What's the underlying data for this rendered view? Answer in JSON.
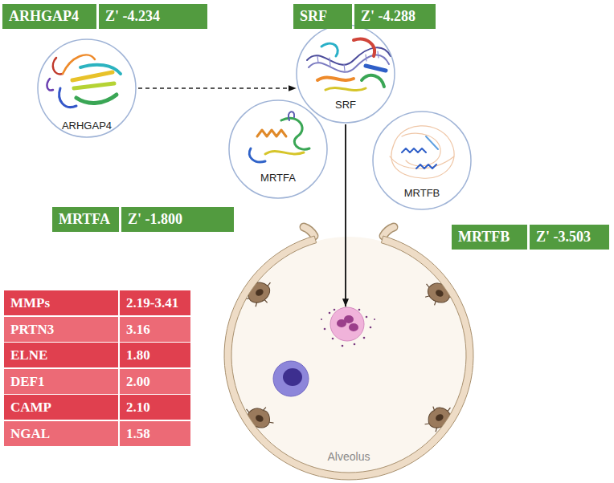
{
  "diagram": {
    "nodes": [
      {
        "text": [
          "ARHGAP4",
          "Z' -4.234"
        ]
      },
      {
        "text": [
          "SRF",
          "Z' -4.288"
        ]
      },
      {
        "text": [
          "ARHGAP4"
        ]
      },
      {
        "text": [
          "SRF"
        ]
      },
      {
        "text": [
          "MRTFA",
          "Z' -1.800"
        ]
      },
      {
        "text": [
          "MRTFA"
        ]
      },
      {
        "text": [
          "MRTFB"
        ]
      },
      {
        "text": [
          "MRTFB",
          "Z' -3.503"
        ]
      },
      {
        "text": [
          "Alveolus"
        ]
      }
    ],
    "edges": [
      {
        "from": 2,
        "to": 3,
        "arrow": "to"
      },
      {
        "from": 3,
        "to": 8,
        "arrow": "to"
      }
    ],
    "labels": [
      "MMPs",
      "2.19-3.41",
      "PRTN3",
      "3.16",
      "ELNE",
      "1.80",
      "DEF1",
      "2.00",
      "CAMP",
      "2.10",
      "NGAL",
      "1.58"
    ]
  }
}
